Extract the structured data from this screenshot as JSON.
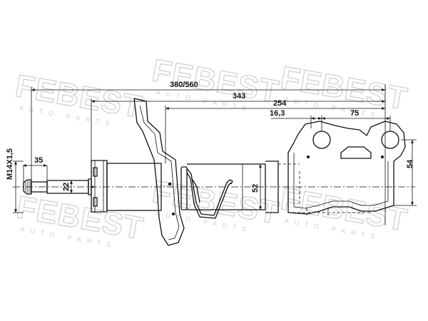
{
  "watermark": {
    "brand": "FEBEST",
    "tagline": "AUTO PARTS"
  },
  "dimensions": {
    "overall_length": "380/560",
    "body_length": "343",
    "body_to_bracket": "254",
    "bracket_hole_offset": "16,3",
    "bracket_hole_spacing": "75",
    "bracket_height": "54",
    "thread": "M14X1,5",
    "thread_length": "35",
    "rod_diameter": "22",
    "tube_diameter": "52"
  }
}
